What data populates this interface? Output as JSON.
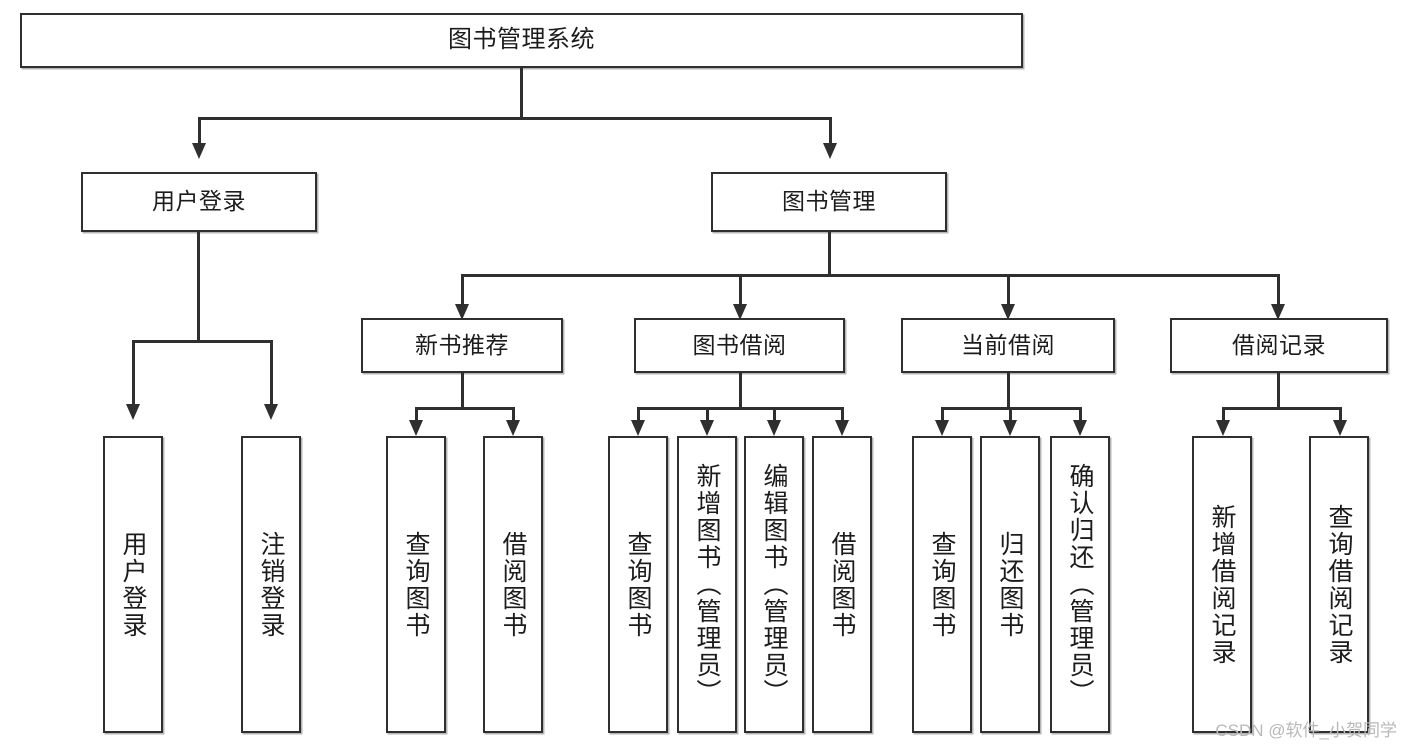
{
  "diagram": {
    "title": "图书管理系统",
    "type": "tree",
    "root": {
      "label": "图书管理系统"
    },
    "level2": [
      {
        "label": "用户登录"
      },
      {
        "label": "图书管理"
      }
    ],
    "level3": [
      {
        "label": "新书推荐"
      },
      {
        "label": "图书借阅"
      },
      {
        "label": "当前借阅"
      },
      {
        "label": "借阅记录"
      }
    ],
    "leaves": {
      "user_login": [
        {
          "label": "用户登录"
        },
        {
          "label": "注销登录"
        }
      ],
      "new_book_recommend": [
        {
          "label": "查询图书"
        },
        {
          "label": "借阅图书"
        }
      ],
      "book_borrow": [
        {
          "label": "查询图书"
        },
        {
          "label": "新增图书（管理员）"
        },
        {
          "label": "编辑图书（管理员）"
        },
        {
          "label": "借阅图书"
        }
      ],
      "current_borrow": [
        {
          "label": "查询图书"
        },
        {
          "label": "归还图书"
        },
        {
          "label": "确认归还（管理员）"
        }
      ],
      "borrow_record": [
        {
          "label": "新增借阅记录"
        },
        {
          "label": "查询借阅记录"
        }
      ]
    }
  },
  "watermark": {
    "text": "CSDN @软件_小贺同学"
  },
  "colors": {
    "stroke": "#2f2f2f",
    "fill": "#ffffff",
    "text": "#1c1c1c",
    "watermark": "#b9b9b9"
  }
}
